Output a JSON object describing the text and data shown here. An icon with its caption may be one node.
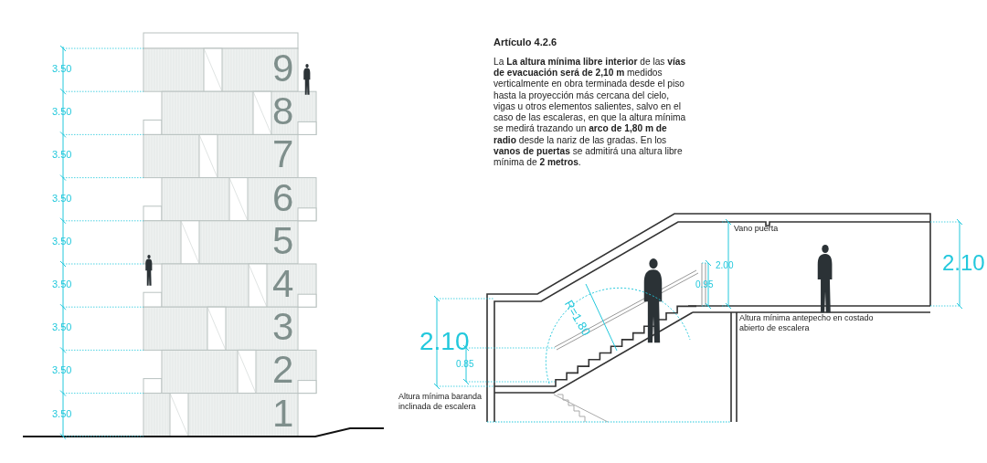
{
  "diagram": {
    "title": "Artículo 4.2.6",
    "labels": [
      "3.50",
      "9",
      "3.50",
      "8",
      "3.50",
      "7",
      "3.50",
      "6",
      "3.50",
      "5",
      "3.50",
      "4",
      "3.50",
      "3",
      "3.50",
      "2",
      "3.50",
      "1",
      "La **La altura mínima libre interior** de las **vías de evacuación será de 2,10 m** medidos verticalmente en obra terminada desde el piso hasta la proyección más cercana del cielo, vigas u otros elementos salientes, salvo en el caso de las escaleras, en que la altura mínima se medirá trazando un **arco de 1,80 m de radio** desde la nariz de las gradas. En los **vanos de puertas** se admitirá una altura libre mínima de **2 metros**.",
      "Vano puerta",
      "2.10",
      "R=1.80",
      "2.00",
      "0.95",
      "Altura mínima antepecho en costado abierto de escalera",
      "2.10",
      "0.85",
      "Altura mínima baranda inclinada de escalera"
    ]
  }
}
